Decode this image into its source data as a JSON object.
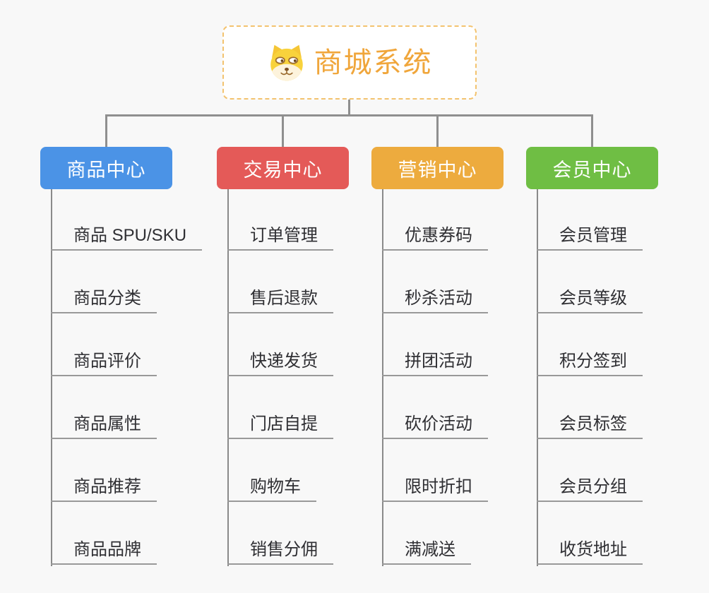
{
  "app": {
    "background_color": "#f8f8f8",
    "connector_color": "#8f8f8f",
    "underline_color": "#999999",
    "leaf_text_color": "#2f2f33"
  },
  "root": {
    "title": "商城系统",
    "icon": "doge-icon",
    "text_color": "#f0a63b",
    "border_color": "#f3c36f",
    "background": "#ffffff"
  },
  "branches": [
    {
      "label": "商品中心",
      "color": "#4b93e6",
      "items": [
        "商品 SPU/SKU",
        "商品分类",
        "商品评价",
        "商品属性",
        "商品推荐",
        "商品品牌"
      ]
    },
    {
      "label": "交易中心",
      "color": "#e45a58",
      "items": [
        "订单管理",
        "售后退款",
        "快递发货",
        "门店自提",
        "购物车",
        "销售分佣"
      ]
    },
    {
      "label": "营销中心",
      "color": "#edab3e",
      "items": [
        "优惠券码",
        "秒杀活动",
        "拼团活动",
        "砍价活动",
        "限时折扣",
        "满减送"
      ]
    },
    {
      "label": "会员中心",
      "color": "#6fbe44",
      "items": [
        "会员管理",
        "会员等级",
        "积分签到",
        "会员标签",
        "会员分组",
        "收货地址"
      ]
    }
  ]
}
